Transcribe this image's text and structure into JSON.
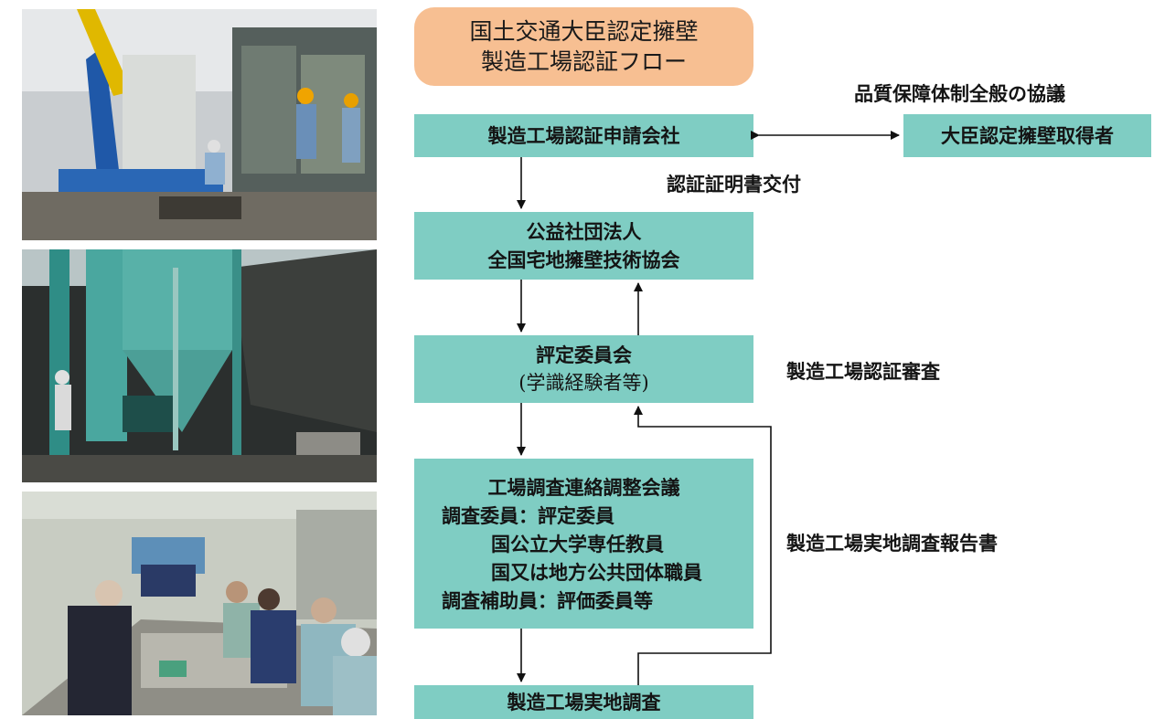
{
  "title": {
    "line1": "国土交通大臣認定擁壁",
    "line2": "製造工場認証フロー"
  },
  "boxes": {
    "applicant": "製造工場認証申請会社",
    "holder": "大臣認定擁壁取得者",
    "association_line1": "公益社団法人",
    "association_line2": "全国宅地擁壁技術協会",
    "committee_line1": "評定委員会",
    "committee_line2": "(学識経験者等)",
    "meeting": {
      "title": "工場調査連絡調整会議",
      "line1": "調査委員：評定委員",
      "line2": "国公立大学専任教員",
      "line3": "国又は地方公共団体職員",
      "line4": "調査補助員：評価委員等"
    },
    "survey": "製造工場実地調査"
  },
  "annotations": {
    "consultation": "品質保障体制全般の協議",
    "certificate_issue": "認証証明書交付",
    "review": "製造工場認証審査",
    "report": "製造工場実地調査報告書"
  },
  "colors": {
    "title_fill": "#f7bf92",
    "box_fill": "#7fcdc3"
  }
}
